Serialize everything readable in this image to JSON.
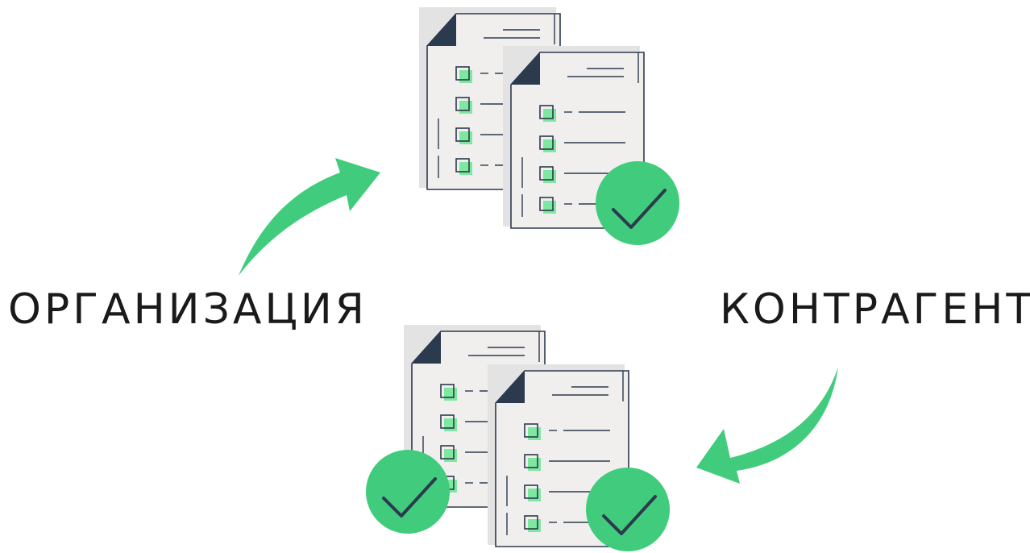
{
  "labels": {
    "left": "ОРГАНИЗАЦИЯ",
    "right": "КОНТРАГЕНТ"
  },
  "colors": {
    "accent_green": "#40cc7c",
    "checkbox_fill": "#7ee7a0",
    "ink": "#2c3a4e",
    "paper": "#f0efee",
    "shadow": "#e3e3e3",
    "text": "#1a1a1a"
  },
  "icons": {
    "top_group": "two-checklist-documents-icon",
    "bottom_group": "two-checklist-documents-icon",
    "checkmark": "check-circle-icon",
    "arrow": "curved-arrow-icon"
  },
  "status": {
    "top_group_checks": 1,
    "bottom_group_checks": 2
  }
}
